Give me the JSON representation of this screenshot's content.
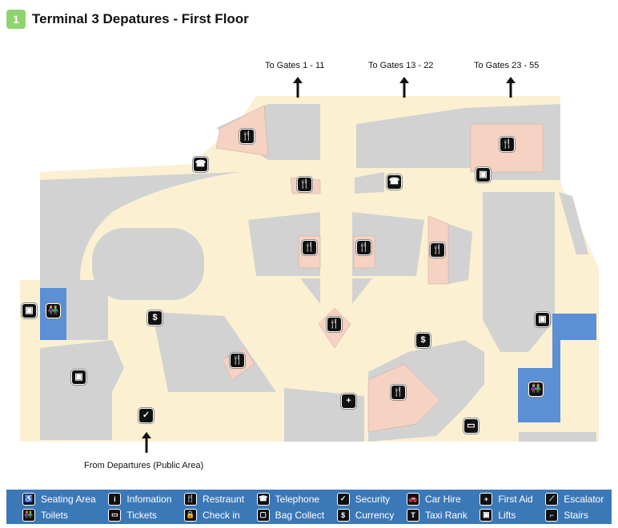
{
  "header": {
    "badge": "1",
    "title": "Terminal 3 Depatures - First Floor"
  },
  "labels": {
    "gates_1": "To Gates 1 - 11",
    "gates_2": "To Gates 13 - 22",
    "gates_3": "To Gates 23 - 55",
    "from": "From Departures (Public Area)"
  },
  "legend": [
    {
      "label": "Seating Area",
      "glyph": "♿"
    },
    {
      "label": "Infomation",
      "glyph": "i"
    },
    {
      "label": "Restraunt",
      "glyph": "🍴"
    },
    {
      "label": "Telephone",
      "glyph": "☎"
    },
    {
      "label": "Security",
      "glyph": "✓"
    },
    {
      "label": "Car Hire",
      "glyph": "🚗"
    },
    {
      "label": "First Aid",
      "glyph": "+"
    },
    {
      "label": "Escalator",
      "glyph": "⟋"
    },
    {
      "label": "Toilets",
      "glyph": "👫"
    },
    {
      "label": "Tickets",
      "glyph": "▭"
    },
    {
      "label": "Check in",
      "glyph": "🔒"
    },
    {
      "label": "Bag Collect",
      "glyph": "▢"
    },
    {
      "label": "Currency",
      "glyph": "$"
    },
    {
      "label": "Taxi Rank",
      "glyph": "T"
    },
    {
      "label": "Lifts",
      "glyph": "▣"
    },
    {
      "label": "Stairs",
      "glyph": "⌐"
    }
  ],
  "colors": {
    "floor": "#fbf0d2",
    "shop": "#d2d2d2",
    "restaurant": "#f6d2c2",
    "toilet": "#5b90d4",
    "legend_bg": "#3b78b8"
  }
}
